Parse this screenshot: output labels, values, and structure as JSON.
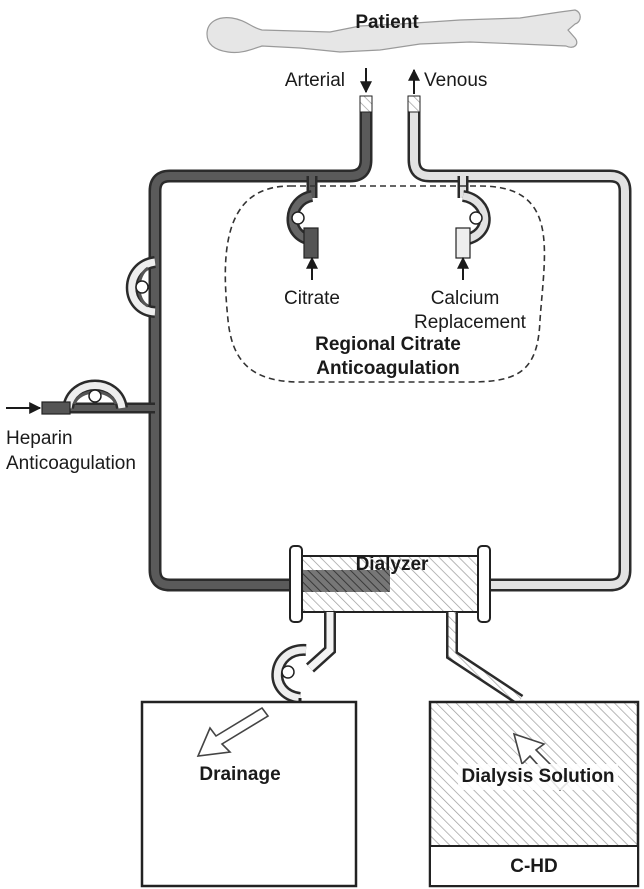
{
  "patient": {
    "label": "Patient"
  },
  "lines": {
    "arterial": "Arterial",
    "venous": "Venous"
  },
  "infusions": {
    "citrate": "Citrate",
    "calcium_line1": "Calcium",
    "calcium_line2": "Replacement"
  },
  "regional": {
    "line1": "Regional Citrate",
    "line2": "Anticoagulation"
  },
  "heparin": {
    "line1": "Heparin",
    "line2": "Anticoagulation"
  },
  "dialyzer": {
    "label": "Dialyzer"
  },
  "drainage": {
    "label": "Drainage"
  },
  "dialysis_solution": {
    "label": "Dialysis Solution",
    "mode": "C-HD"
  },
  "colors": {
    "arterial_line": "#555555",
    "venous_line": "#dcdcdc",
    "outline": "#222222",
    "patient": "#e4e4e4"
  }
}
